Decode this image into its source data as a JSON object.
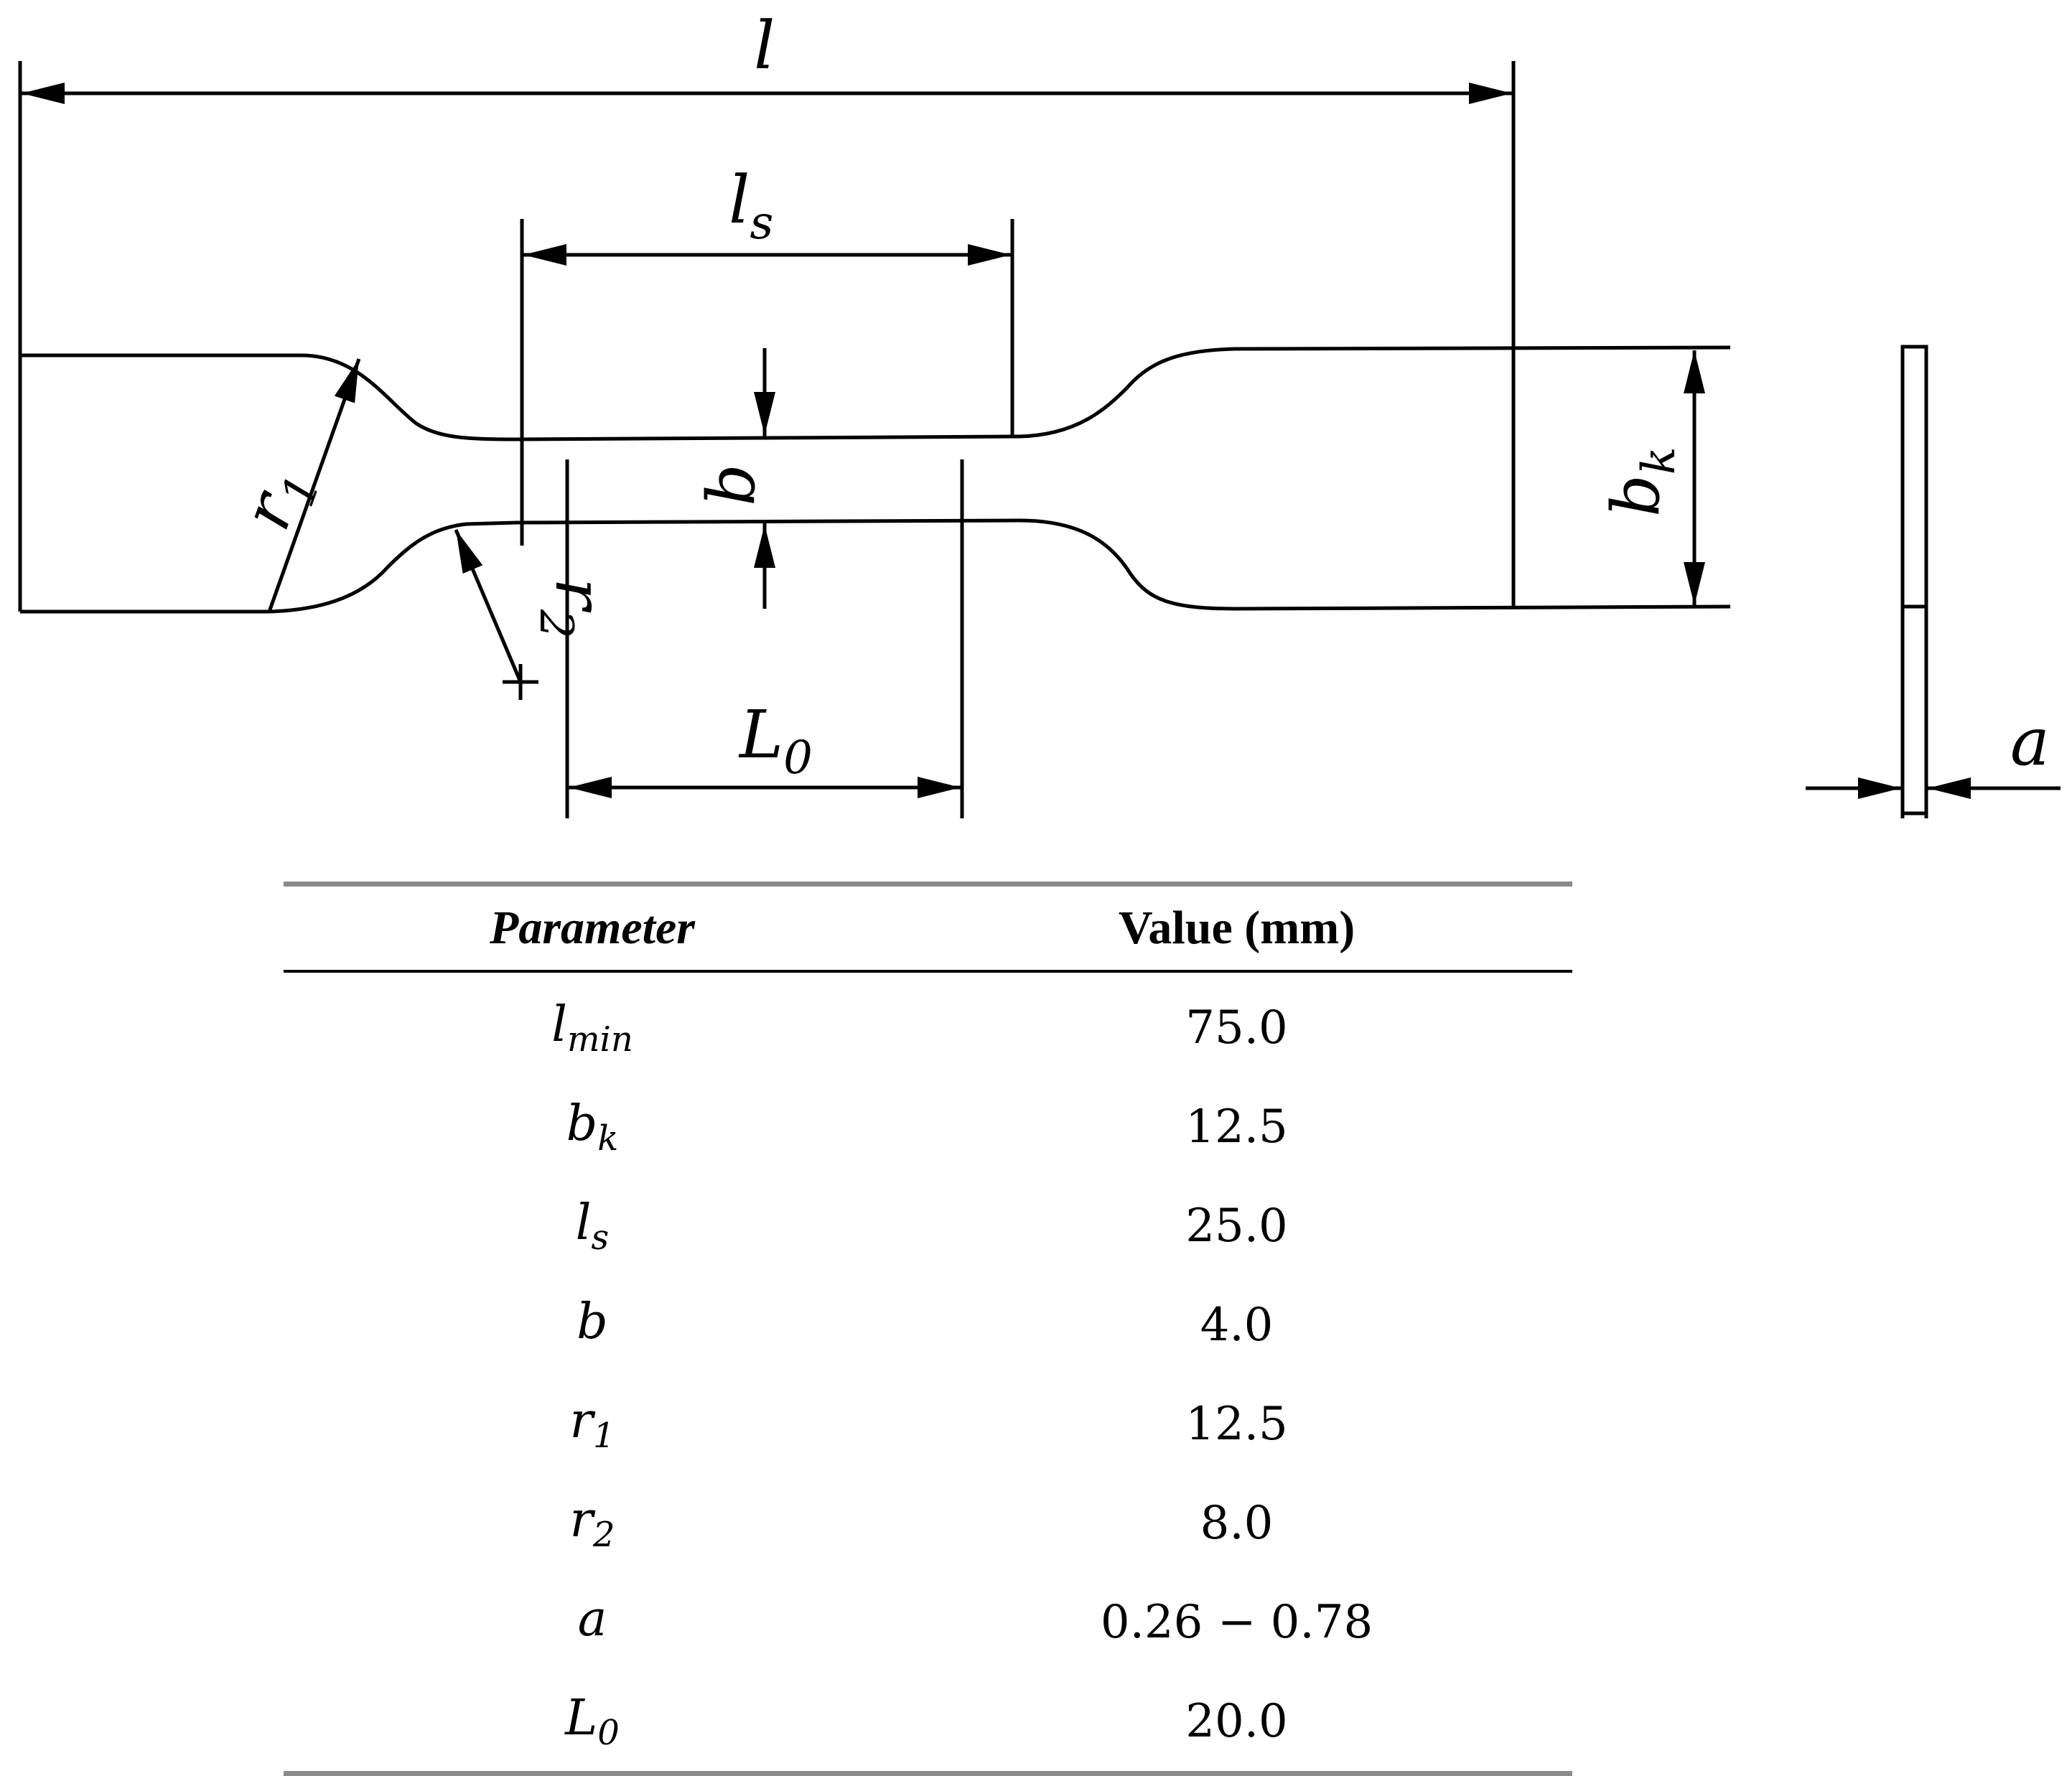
{
  "dimension_labels": {
    "l": {
      "base": "l",
      "sub": ""
    },
    "ls": {
      "base": "l",
      "sub": "s"
    },
    "b": {
      "base": "b",
      "sub": ""
    },
    "bk": {
      "base": "b",
      "sub": "k"
    },
    "r1": {
      "base": "r",
      "sub": "1"
    },
    "r2": {
      "base": "r",
      "sub": "2"
    },
    "L0": {
      "base": "L",
      "sub": "0"
    },
    "a": {
      "base": "a",
      "sub": ""
    }
  },
  "table": {
    "headers": {
      "parameter": "Parameter",
      "value": "Value (mm)"
    },
    "rows": [
      {
        "symbol": "l",
        "sub": "min",
        "value": "75.0"
      },
      {
        "symbol": "b",
        "sub": "k",
        "value": "12.5"
      },
      {
        "symbol": "l",
        "sub": "s",
        "value": "25.0"
      },
      {
        "symbol": "b",
        "sub": "",
        "value": "4.0"
      },
      {
        "symbol": "r",
        "sub": "1",
        "value": "12.5"
      },
      {
        "symbol": "r",
        "sub": "2",
        "value": "8.0"
      },
      {
        "symbol": "a",
        "sub": "",
        "value": "0.26 − 0.78"
      },
      {
        "symbol": "L",
        "sub": "0",
        "value": "20.0"
      }
    ]
  }
}
